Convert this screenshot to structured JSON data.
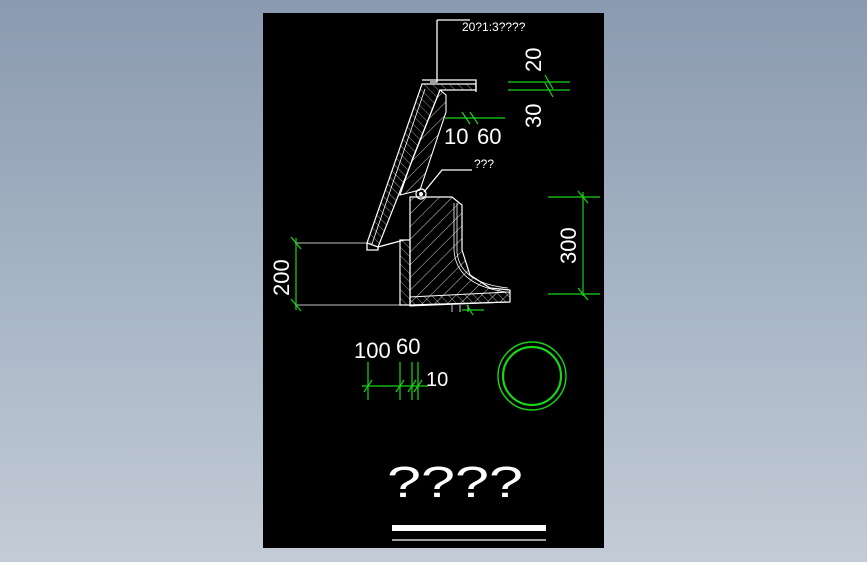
{
  "colors": {
    "background_top": "#8a9ab0",
    "background_bottom": "#c3ccd6",
    "sheet": "#000000",
    "line": "#ffffff",
    "dimension": "#19d419"
  },
  "labels": {
    "top_note": "20?1:3????",
    "side_note": "???",
    "title": "????"
  },
  "dimensions": {
    "d20": "20",
    "d30": "30",
    "d10_top": "10",
    "d60_top": "60",
    "d300": "300",
    "d200": "200",
    "d100": "100",
    "d60_bottom": "60",
    "d10_bottom": "10"
  }
}
